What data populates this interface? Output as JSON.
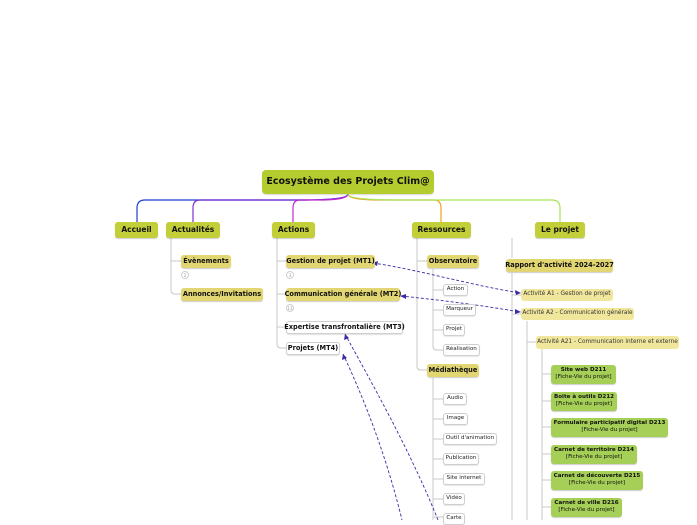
{
  "root": "Ecosystème des Projets Clim@",
  "branches": {
    "accueil": "Accueil",
    "actualites": "Actualités",
    "actions": "Actions",
    "ressources": "Ressources",
    "projet": "Le projet"
  },
  "actualites_children": [
    "Évènements",
    "Annonces/Invitations"
  ],
  "actions_children": [
    "Gestion de projet (MT1)",
    "Communication générale (MT2)",
    "Expertise transfrontalière (MT3)",
    "Projets (MT4)"
  ],
  "ressources": {
    "observatoire": "Observatoire",
    "observatoire_items": [
      "Action",
      "Marqueur",
      "Projet",
      "Réalisation"
    ],
    "mediatheque": "Médiathèque",
    "mediatheque_items": [
      "Audio",
      "Image",
      "Outil d'animation",
      "Publication",
      "Site internet",
      "Vidéo",
      "Carte"
    ]
  },
  "projet": {
    "rapport": "Rapport d'activité 2024-2027",
    "a1": "Activité A1 - Gestion de projet",
    "a2": "Activité A2 - Communication générale",
    "a21": "Activité A21 - Communication interne et externe",
    "deliverables": [
      {
        "title": "Site web D211",
        "sub": "[Fiche-Vie du projet]"
      },
      {
        "title": "Boite à outils D212",
        "sub": "[Fiche-Vie du projet]"
      },
      {
        "title": "Formulaire participatif digital D213",
        "sub": "[Fiche-Vie du projet]"
      },
      {
        "title": "Carnet de territoire D214",
        "sub": "[Fiche-Vie du projet]"
      },
      {
        "title": "Carnet de découverte D215",
        "sub": "[Fiche-Vie du projet]"
      },
      {
        "title": "Carnet de ville D216",
        "sub": "[Fiche-Vie du projet]"
      }
    ]
  },
  "collapsed_counts": [
    "2",
    "3",
    "2",
    "13"
  ],
  "colors": {
    "root": "#b5cc2e",
    "branch": "#c3cf38",
    "sub": "#e2d673",
    "deliverable": "#a5cf56",
    "link_accueil": "#1f3fd1",
    "link_actualites": "#7a2fd3",
    "link_actions": "#c02bd0",
    "link_ressources": "#f0a020",
    "link_projet": "#a6e35a",
    "relation": "#3b2ba6"
  }
}
